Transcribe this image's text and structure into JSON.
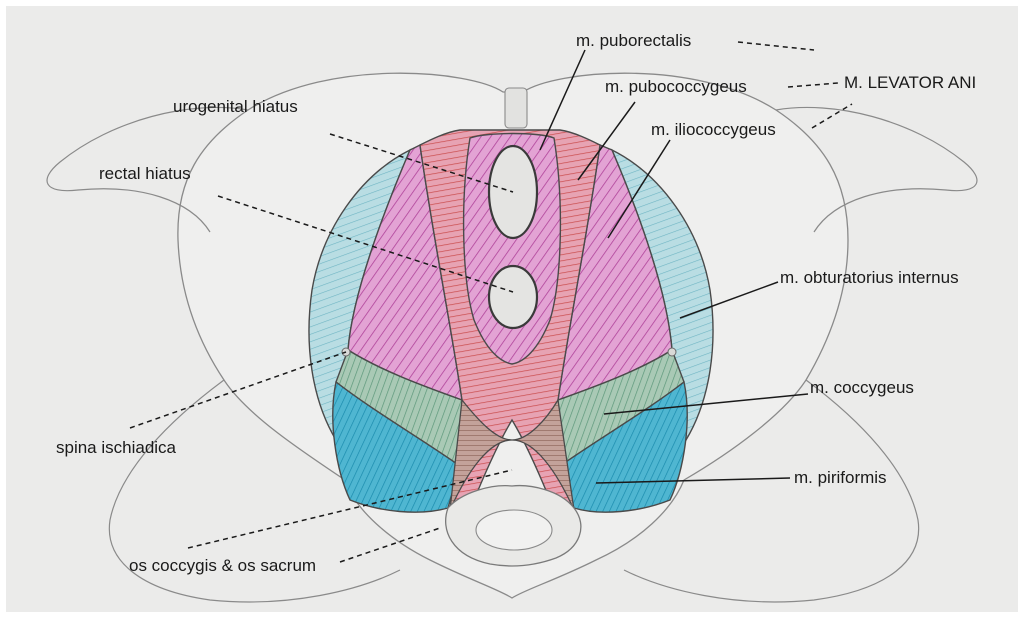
{
  "labels": {
    "puborectalis": "m. puborectalis",
    "pubococcygeus": "m. pubococcygeus",
    "levator_ani": "M. LEVATOR ANI",
    "iliococcygeus": "m. iliococcygeus",
    "urogenital_hiatus": "urogenital hiatus",
    "rectal_hiatus": "rectal hiatus",
    "obturatorius_internus": "m. obturatorius internus",
    "coccygeus": "m. coccygeus",
    "spina_ischiadica": "spina ischiadica",
    "piriformis": "m. piriformis",
    "os_coccygis_sacrum": "os coccygis & os sacrum"
  },
  "colors": {
    "paper": "#ebebea",
    "pencil": "#8a8a8a",
    "outline": "#4a4a4a",
    "obturator_blue": "#9fcfd8",
    "levator_magenta": "#d783c4",
    "puborectalis_red": "#d46a6a",
    "coccygeus_green": "#8fb8a0",
    "piriformis_cyan": "#2fa6c6",
    "hiatus_fill": "#e4e4e2",
    "coccyx_brown": "#a4857a"
  }
}
